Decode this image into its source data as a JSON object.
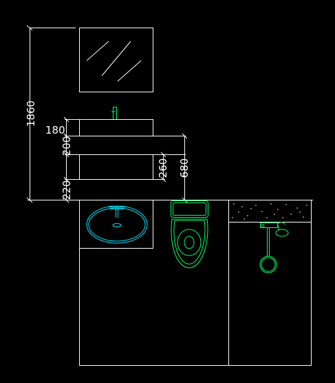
{
  "colors": {
    "background": "#000000",
    "linework": "#ffffff",
    "basin": "#00e5ff",
    "toilet": "#00ff66",
    "shower": "#00ff66"
  },
  "dimensions": {
    "total_height": "1860",
    "top_segment": "180",
    "middle_segment": "200",
    "bottom_segment": "220",
    "cabinet_height": "260",
    "counter_height": "680"
  },
  "icons": {
    "mirror": "mirror-icon",
    "faucet": "faucet-icon",
    "basin": "wash-basin-icon",
    "toilet": "toilet-icon",
    "shower": "shower-icon"
  }
}
